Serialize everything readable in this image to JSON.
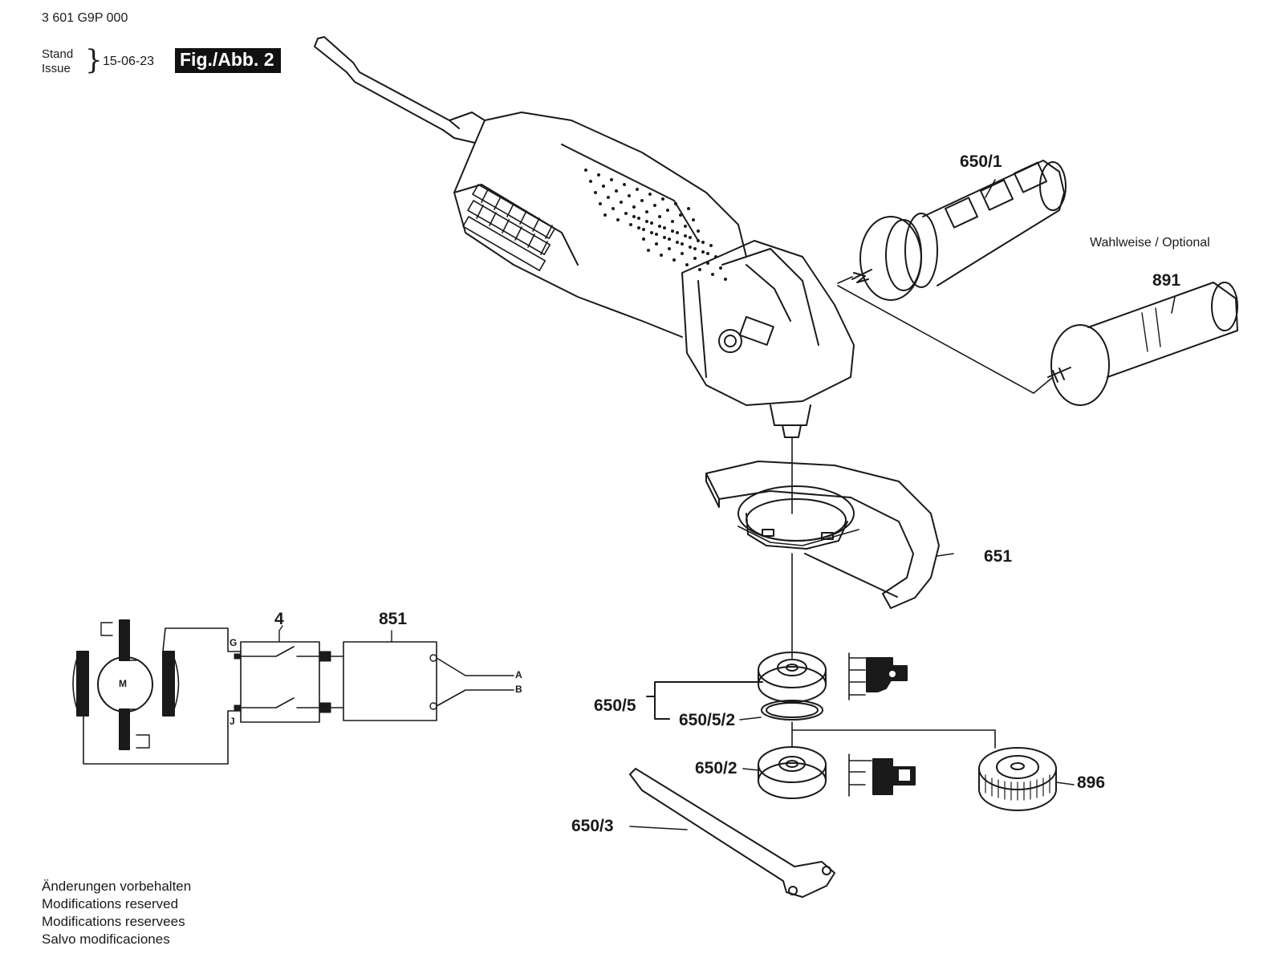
{
  "header": {
    "part_number": "3 601 G9P 000",
    "stand_label": "Stand",
    "issue_label": "Issue",
    "date": "15-06-23",
    "figure_label": "Fig./Abb. 2"
  },
  "optional_label": "Wahlweise / Optional",
  "part_labels": {
    "p650_1": "650/1",
    "p891": "891",
    "p651": "651",
    "p650_5": "650/5",
    "p650_5_2": "650/5/2",
    "p650_2": "650/2",
    "p896": "896",
    "p650_3": "650/3",
    "p4": "4",
    "p851": "851"
  },
  "wiring": {
    "motor": "M",
    "terminal_g": "G",
    "terminal_j": "J",
    "line_a": "A",
    "line_b": "B"
  },
  "notes": [
    "Änderungen vorbehalten",
    "Modifications reserved",
    "Modifications reservees",
    "Salvo modificaciones"
  ]
}
